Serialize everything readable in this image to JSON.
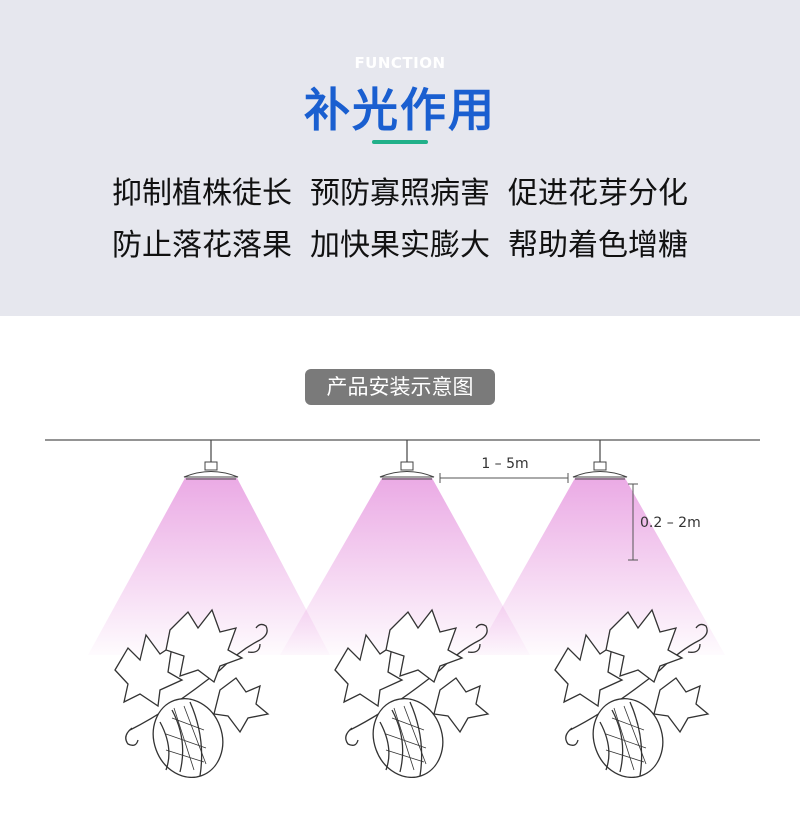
{
  "header": {
    "eyebrow": "FUNCTION",
    "title": "补光作用",
    "accent_color": "#1a5fd0",
    "bar_color": "#21b089"
  },
  "functions": {
    "row1": [
      "抑制植株徒长",
      "预防寡照病害",
      "促进花芽分化"
    ],
    "row2": [
      "防止落花落果",
      "加快果实膨大",
      "帮助着色增糖"
    ]
  },
  "diagram": {
    "badge": "产品安装示意图",
    "lamp_spacing_label": "1 – 5m",
    "hang_height_label": "0.2 – 2m",
    "light_color": "#e79be0"
  }
}
